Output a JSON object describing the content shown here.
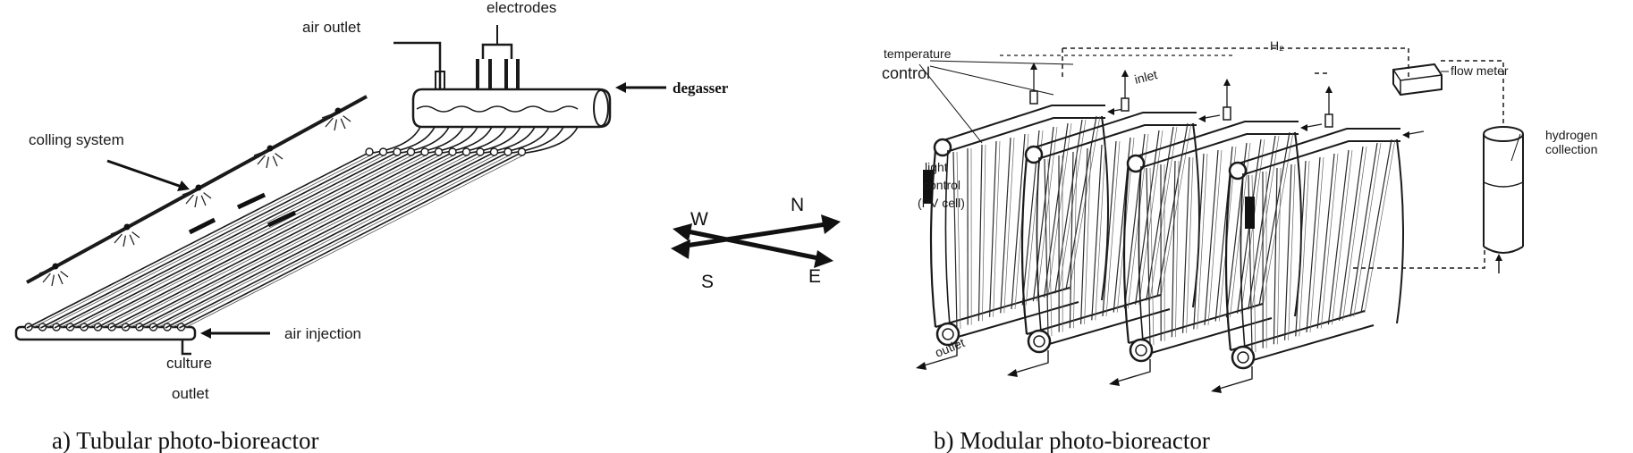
{
  "panel_a": {
    "labels": {
      "electrodes": "electrodes",
      "air_outlet": "air outlet",
      "degasser": "degasser",
      "cooling_system": "colling system",
      "air_injection": "air injection",
      "culture": "culture",
      "outlet": "outlet"
    },
    "compass": {
      "n": "N",
      "w": "W",
      "s": "S",
      "e": "E"
    },
    "caption": "a)   Tubular photo-bioreactor"
  },
  "panel_b": {
    "labels": {
      "temperature": "temperature",
      "control": "control",
      "inlet": "inlet",
      "h2": "H₂",
      "flow_meter": "flow meter",
      "hydrogen": "hydrogen",
      "collection": "collection",
      "light": "light",
      "control2": "control",
      "pv_cell": "(PV cell)",
      "outlet": "outlet"
    },
    "caption": "b)    Modular photo-bioreactor"
  }
}
